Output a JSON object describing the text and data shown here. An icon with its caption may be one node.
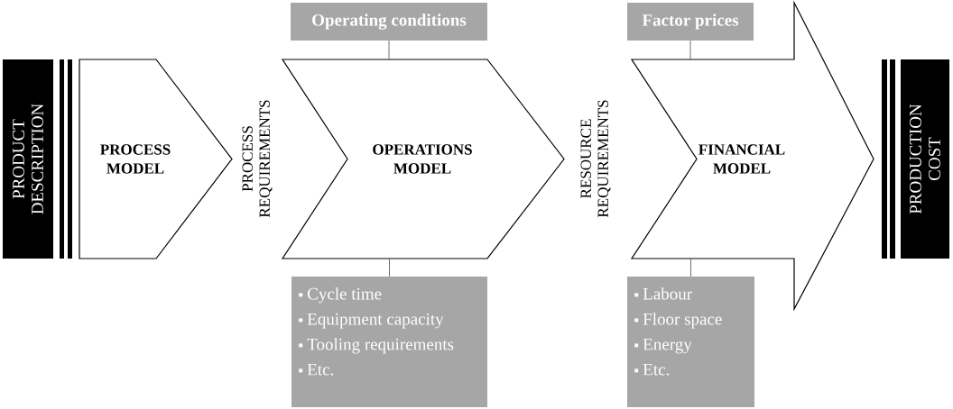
{
  "diagram": {
    "nodes": [
      {
        "text": [
          "PRODUCT DESCRIPTION"
        ]
      },
      {
        "text": [
          "PROCESS MODEL"
        ]
      },
      {
        "text": [
          "OPERATIONS MODEL"
        ]
      },
      {
        "text": [
          "FINANCIAL MODEL"
        ]
      },
      {
        "text": [
          "PRODUCTION COST"
        ]
      },
      {
        "text": [
          "Operating conditions"
        ]
      },
      {
        "text": [
          "Cycle time",
          "Equipment capacity",
          "Tooling requirements",
          "Etc."
        ]
      },
      {
        "text": [
          "Factor prices"
        ]
      },
      {
        "text": [
          "Labour",
          "Floor space",
          "Energy",
          "Etc."
        ]
      }
    ],
    "edges": [
      {
        "from": 5,
        "to": 2,
        "arrow": "none"
      },
      {
        "from": 2,
        "to": 6,
        "arrow": "none"
      },
      {
        "from": 7,
        "to": 3,
        "arrow": "none"
      },
      {
        "from": 3,
        "to": 8,
        "arrow": "none"
      }
    ],
    "labels": [
      "PROCESS REQUIREMENTS",
      "RESOURCE REQUIREMENTS"
    ]
  }
}
